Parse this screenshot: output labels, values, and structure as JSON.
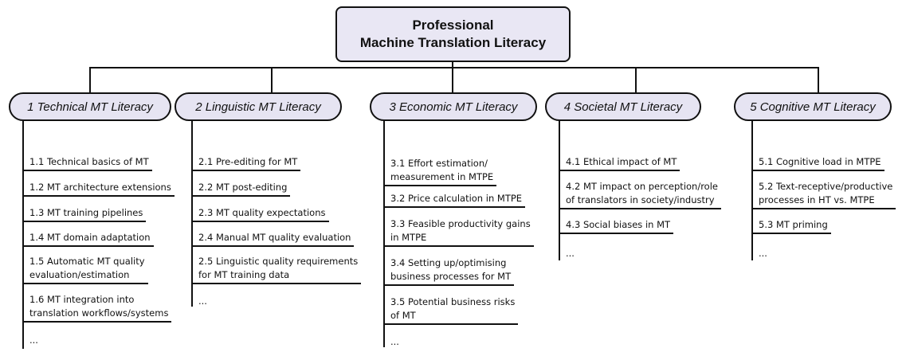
{
  "root": {
    "line1": "Professional",
    "line2": "Machine Translation Literacy"
  },
  "categories": [
    {
      "title": "1 Technical MT Literacy",
      "items": [
        "1.1 Technical basics of MT",
        "1.2 MT architecture extensions",
        "1.3 MT training pipelines",
        "1.4 MT domain adaptation",
        "1.5 Automatic MT quality\nevaluation/estimation",
        "1.6 MT integration into\ntranslation workflows/systems"
      ],
      "more": "..."
    },
    {
      "title": "2 Linguistic MT Literacy",
      "items": [
        "2.1 Pre-editing for MT",
        "2.2 MT post-editing",
        "2.3 MT quality expectations",
        "2.4 Manual MT quality evaluation",
        "2.5 Linguistic quality requirements\nfor MT training data"
      ],
      "more": "..."
    },
    {
      "title": "3 Economic MT Literacy",
      "items": [
        "3.1 Effort estimation/\nmeasurement in MTPE",
        "3.2 Price calculation in MTPE",
        "3.3 Feasible productivity gains\nin MTPE",
        "3.4 Setting up/optimising\nbusiness processes for MT",
        "3.5 Potential business risks\nof MT"
      ],
      "more": "..."
    },
    {
      "title": "4 Societal MT Literacy",
      "items": [
        "4.1 Ethical impact of MT",
        "4.2 MT impact on perception/role\nof translators in society/industry",
        "4.3 Social biases in MT"
      ],
      "more": "..."
    },
    {
      "title": "5 Cognitive MT Literacy",
      "items": [
        "5.1 Cognitive load in MTPE",
        "5.2 Text-receptive/productive\nprocesses in HT vs. MTPE",
        "5.3 MT priming"
      ],
      "more": "..."
    }
  ]
}
